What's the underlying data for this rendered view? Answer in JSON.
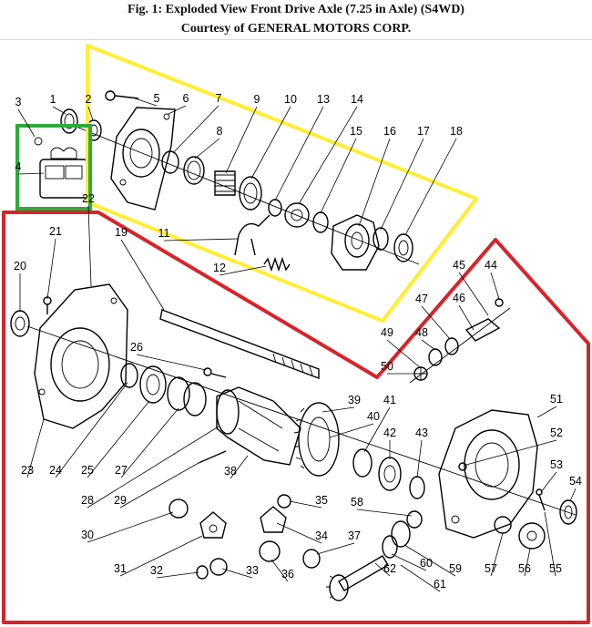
{
  "figure": {
    "title": "Fig. 1: Exploded View Front Drive Axle (7.25 in Axle) (S4WD)",
    "courtesy": "Courtesy of GENERAL MOTORS CORP."
  },
  "colors": {
    "yellow_group": "#ffee33",
    "green_group": "#2eaa3c",
    "red_group": "#d8232a"
  },
  "labels": [
    "1",
    "2",
    "3",
    "4",
    "5",
    "6",
    "7",
    "8",
    "9",
    "10",
    "11",
    "12",
    "13",
    "14",
    "15",
    "16",
    "17",
    "18",
    "19",
    "20",
    "21",
    "22",
    "23",
    "24",
    "25",
    "26",
    "27",
    "28",
    "29",
    "30",
    "31",
    "32",
    "33",
    "34",
    "35",
    "36",
    "37",
    "38",
    "39",
    "40",
    "41",
    "42",
    "43",
    "44",
    "45",
    "46",
    "47",
    "48",
    "49",
    "50",
    "51",
    "52",
    "53",
    "54",
    "55",
    "56",
    "57",
    "58",
    "59",
    "60",
    "61",
    "62"
  ]
}
